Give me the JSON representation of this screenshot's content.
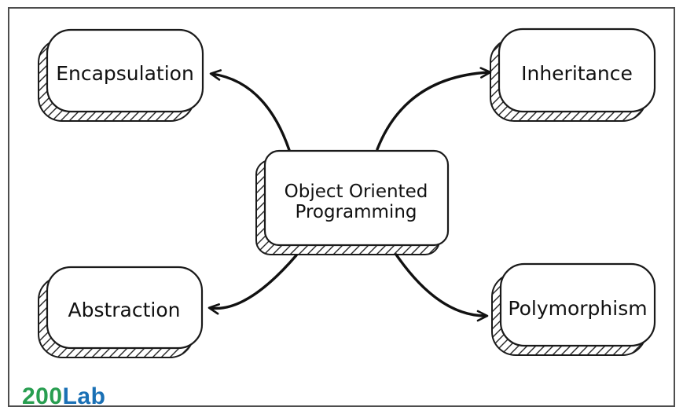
{
  "diagram": {
    "title_node": {
      "lines": [
        "Object Oriented",
        "Programming"
      ]
    },
    "nodes": [
      {
        "id": "encapsulation",
        "label": "Encapsulation"
      },
      {
        "id": "inheritance",
        "label": "Inheritance"
      },
      {
        "id": "abstraction",
        "label": "Abstraction"
      },
      {
        "id": "polymorphism",
        "label": "Polymorphism"
      }
    ],
    "edges": [
      {
        "from": "center",
        "to": "encapsulation"
      },
      {
        "from": "center",
        "to": "inheritance"
      },
      {
        "from": "center",
        "to": "abstraction"
      },
      {
        "from": "center",
        "to": "polymorphism"
      }
    ]
  },
  "brand": {
    "part1": "200",
    "part2": "Lab",
    "green": "#289e50",
    "blue": "#1a70b5"
  },
  "colors": {
    "stroke": "#1a1a1a",
    "frame_border": "#4d4d4d",
    "background": "#ffffff"
  }
}
